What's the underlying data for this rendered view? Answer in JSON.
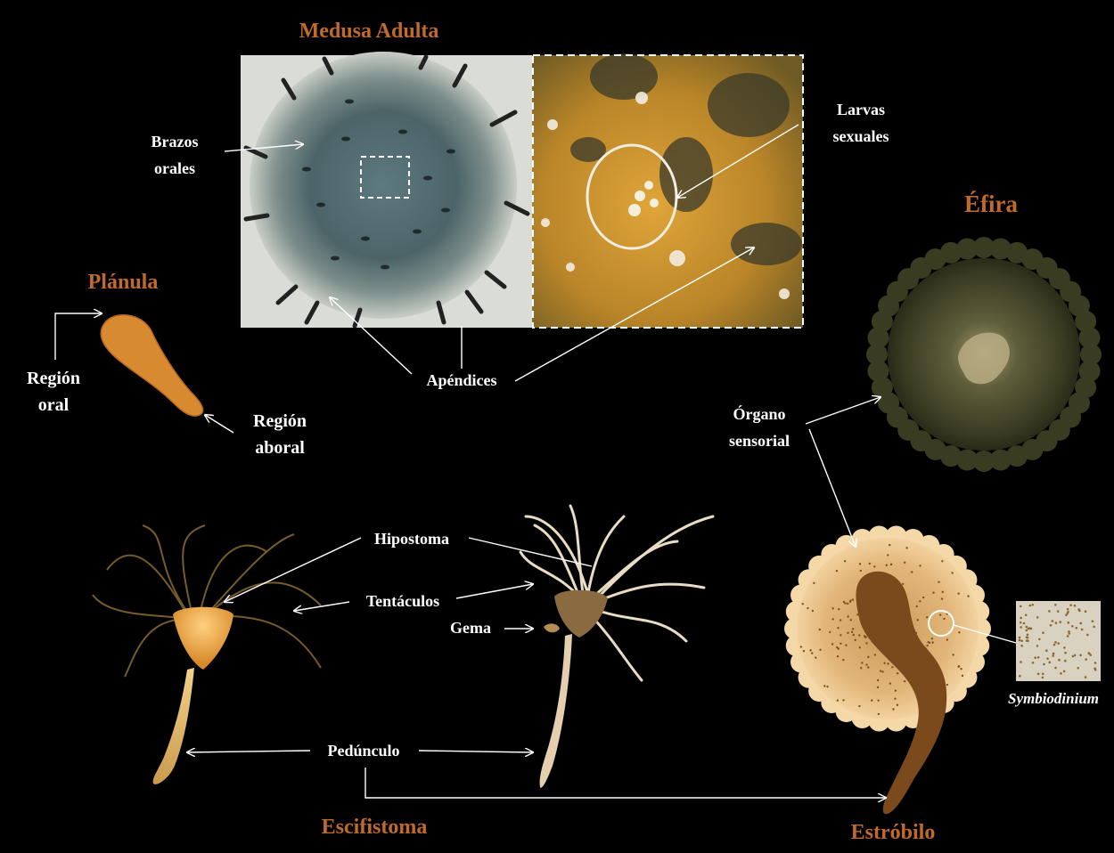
{
  "titles": {
    "medusa": "Medusa Adulta",
    "efira": "Éfira",
    "planula": "Plánula",
    "escifistoma": "Escifistoma",
    "estrobilo": "Estróbilo"
  },
  "labels": {
    "brazos_orales_1": "Brazos",
    "brazos_orales_2": "orales",
    "larvas_1": "Larvas",
    "larvas_2": "sexuales",
    "apendices": "Apéndices",
    "region_oral_1": "Región",
    "region_oral_2": "oral",
    "region_aboral_1": "Región",
    "region_aboral_2": "aboral",
    "organo_1": "Órgano",
    "organo_2": "sensorial",
    "hipostoma": "Hipostoma",
    "tentaculos": "Tentáculos",
    "gema": "Gema",
    "pedunculo": "Pedúnculo",
    "symbiodinium": "Symbiodinium"
  },
  "colors": {
    "background": "#000000",
    "title": "#c06a2b",
    "label": "#ffffff"
  }
}
